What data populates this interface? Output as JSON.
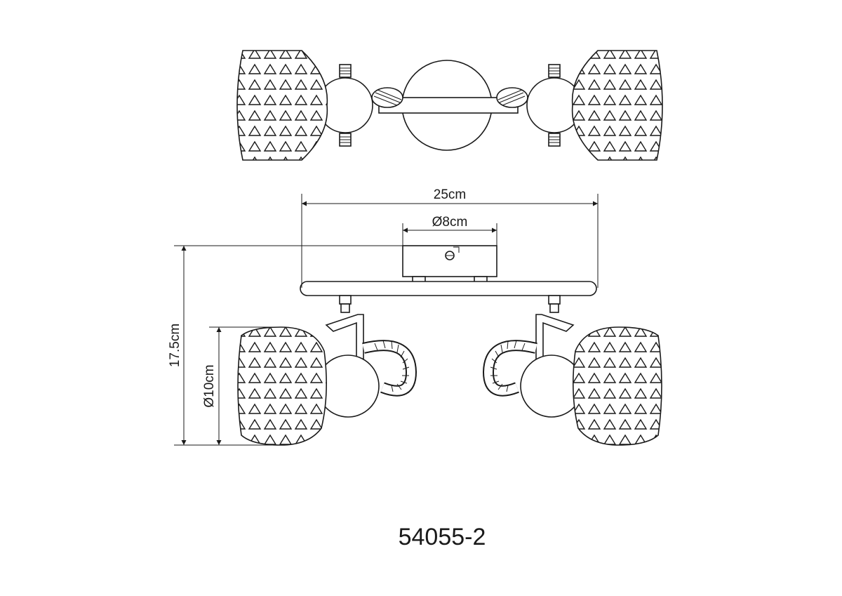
{
  "dimensions": {
    "width_label": "25cm",
    "canopy_label": "Ø8cm",
    "height_label": "17.5cm",
    "shade_label": "Ø10cm"
  },
  "model_number": "54055-2"
}
